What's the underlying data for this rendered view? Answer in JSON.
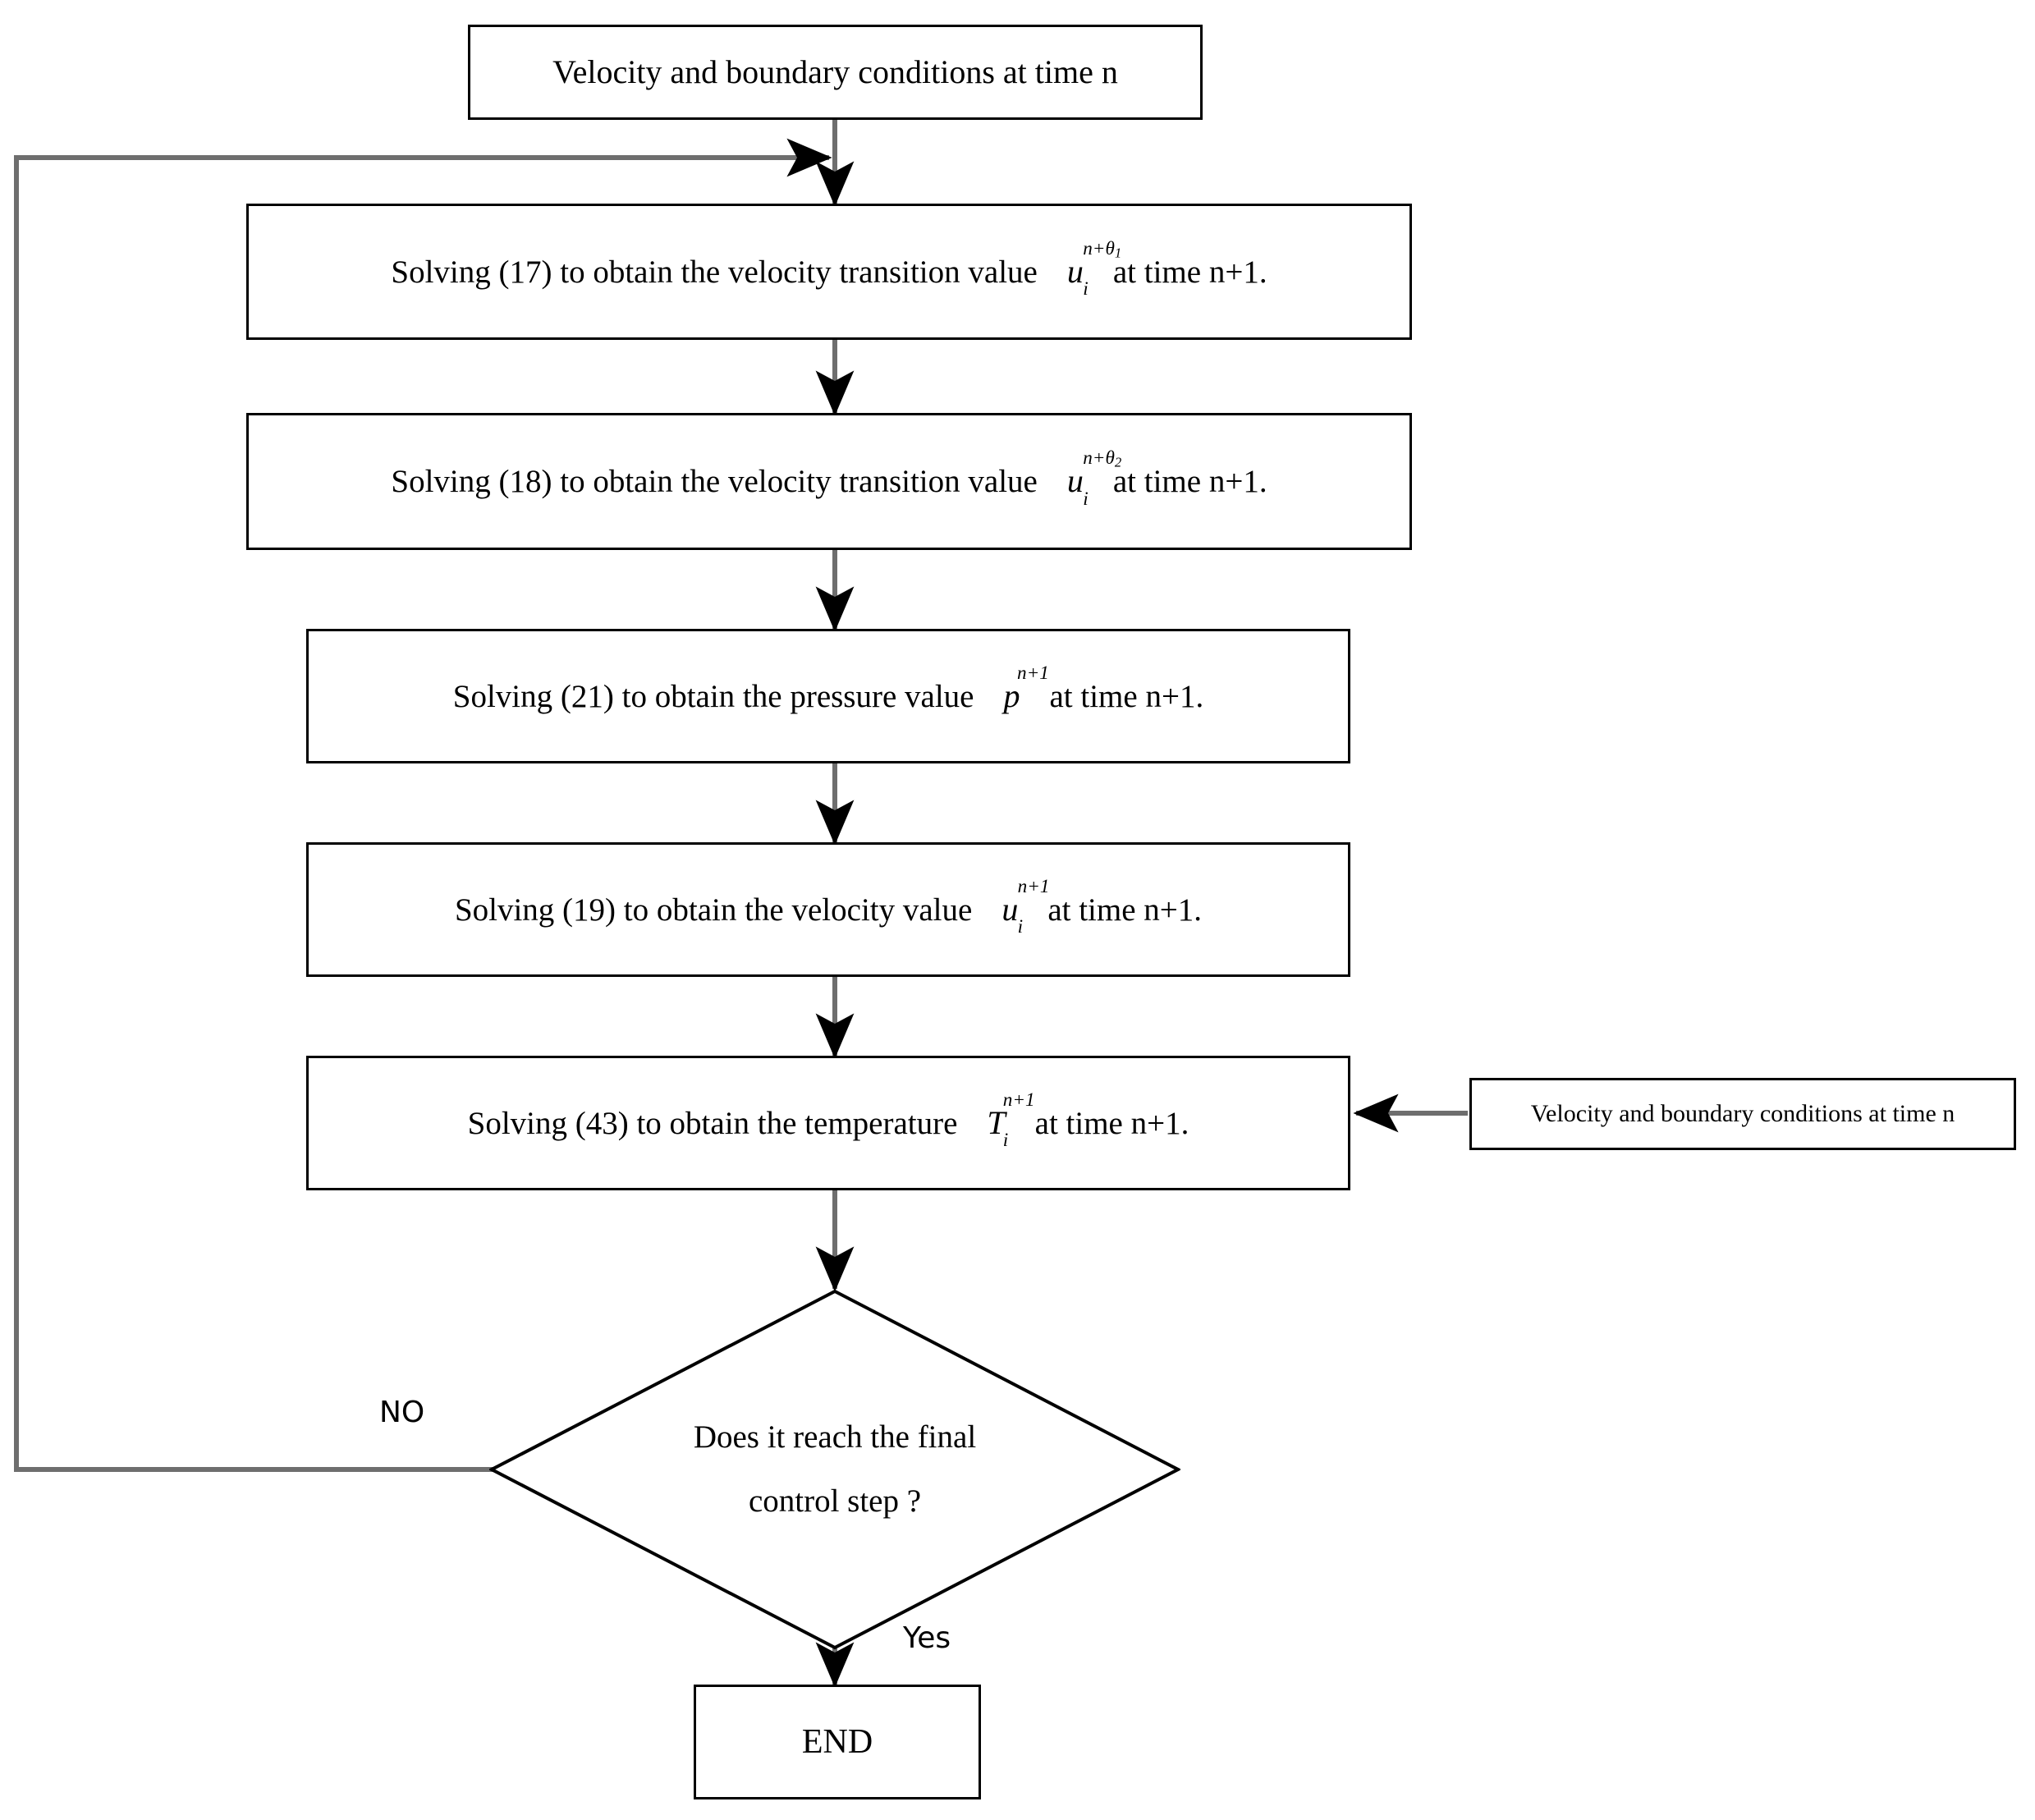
{
  "diagram": {
    "title": "Numerical solution procedure flowchart",
    "colors": {
      "background": "#ffffff",
      "stroke": "#000000",
      "arrow_gray": "#6e6e6e",
      "text": "#000000"
    },
    "nodes": {
      "start": {
        "type": "process",
        "text": "Velocity and boundary conditions at time n"
      },
      "step17": {
        "type": "process",
        "text_before": "Solving (17) to obtain the velocity transition value",
        "variable": {
          "base": "u",
          "sub": "i",
          "sup": "n+θ",
          "sup_sub": "1"
        },
        "text_after": "at time n+1.",
        "plain": "Solving (17) to obtain the velocity transition value u_i^{n+θ₁} at time n+1."
      },
      "step18": {
        "type": "process",
        "text_before": "Solving (18) to obtain the velocity transition value",
        "variable": {
          "base": "u",
          "sub": "i",
          "sup": "n+θ",
          "sup_sub": "2"
        },
        "text_after": "at time n+1.",
        "plain": "Solving (18) to obtain the velocity transition value u_i^{n+θ₂} at time n+1."
      },
      "step21": {
        "type": "process",
        "text_before": "Solving (21) to obtain the pressure value",
        "variable": {
          "base": "p",
          "sub": "",
          "sup": "n+1",
          "sup_sub": ""
        },
        "text_after": "at time n+1.",
        "plain": "Solving (21) to obtain the pressure value p^{n+1} at time n+1."
      },
      "step19": {
        "type": "process",
        "text_before": "Solving (19) to obtain the velocity value",
        "variable": {
          "base": "u",
          "sub": "i",
          "sup": "n+1",
          "sup_sub": ""
        },
        "text_after": "at time n+1.",
        "plain": "Solving (19) to obtain the velocity value u_i^{n+1} at time n+1."
      },
      "step43": {
        "type": "process",
        "text_before": "Solving (43) to obtain the temperature",
        "variable": {
          "base": "T",
          "sub": "i",
          "sup": "n+1",
          "sup_sub": ""
        },
        "text_after": "at time n+1.",
        "plain": "Solving (43) to obtain the temperature T_i^{n+1} at time n+1."
      },
      "side_input": {
        "type": "process",
        "text": "Velocity and boundary conditions at time n"
      },
      "decision": {
        "type": "decision",
        "line1": "Does it reach the final",
        "line2": "control step ?",
        "plain": "Does it reach the final control step ?"
      },
      "end": {
        "type": "terminator",
        "text": "END"
      }
    },
    "edge_labels": {
      "no": "NO",
      "yes": "Yes"
    }
  }
}
